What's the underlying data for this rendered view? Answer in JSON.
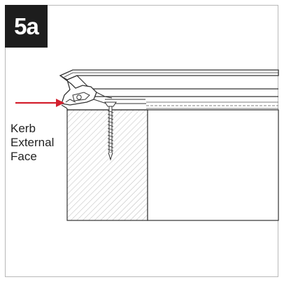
{
  "step": {
    "label": "5a"
  },
  "callout": {
    "lines": [
      "Kerb",
      "External",
      "Face"
    ]
  },
  "colors": {
    "arrow": "#d3202e",
    "line": "#333333",
    "hatch": "#9a9a9a",
    "badge_bg": "#1d1d1d",
    "frame": "#b9b9b9"
  },
  "icons": {
    "screw": "screw-icon",
    "arrow": "arrow-right-icon"
  }
}
